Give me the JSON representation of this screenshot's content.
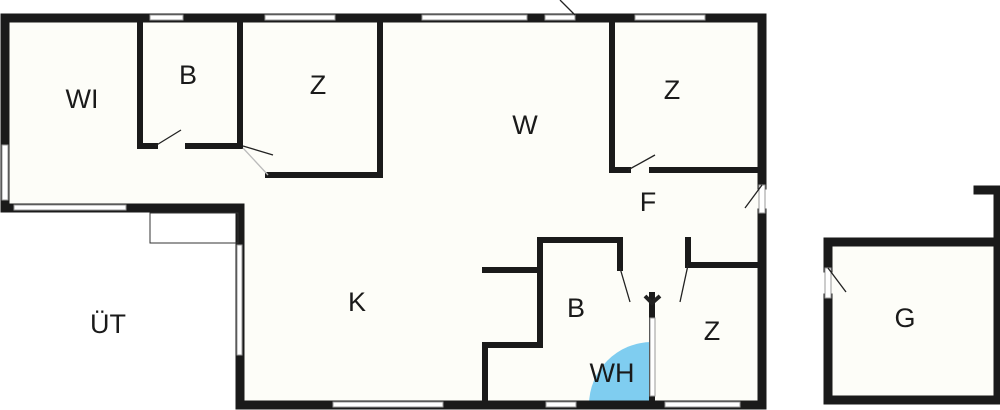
{
  "plan": {
    "rooms": {
      "wi": "WI",
      "b_top": "B",
      "z_top_left": "Z",
      "w": "W",
      "z_top_right": "Z",
      "f": "F",
      "k": "K",
      "ut": "ÜT",
      "b_bottom": "B",
      "wh": "WH",
      "z_bottom": "Z",
      "g": "G"
    },
    "colors": {
      "floor": "#fdfdf8",
      "wall": "#1a1a1a",
      "whirlpool": "#7fcdf0"
    }
  }
}
